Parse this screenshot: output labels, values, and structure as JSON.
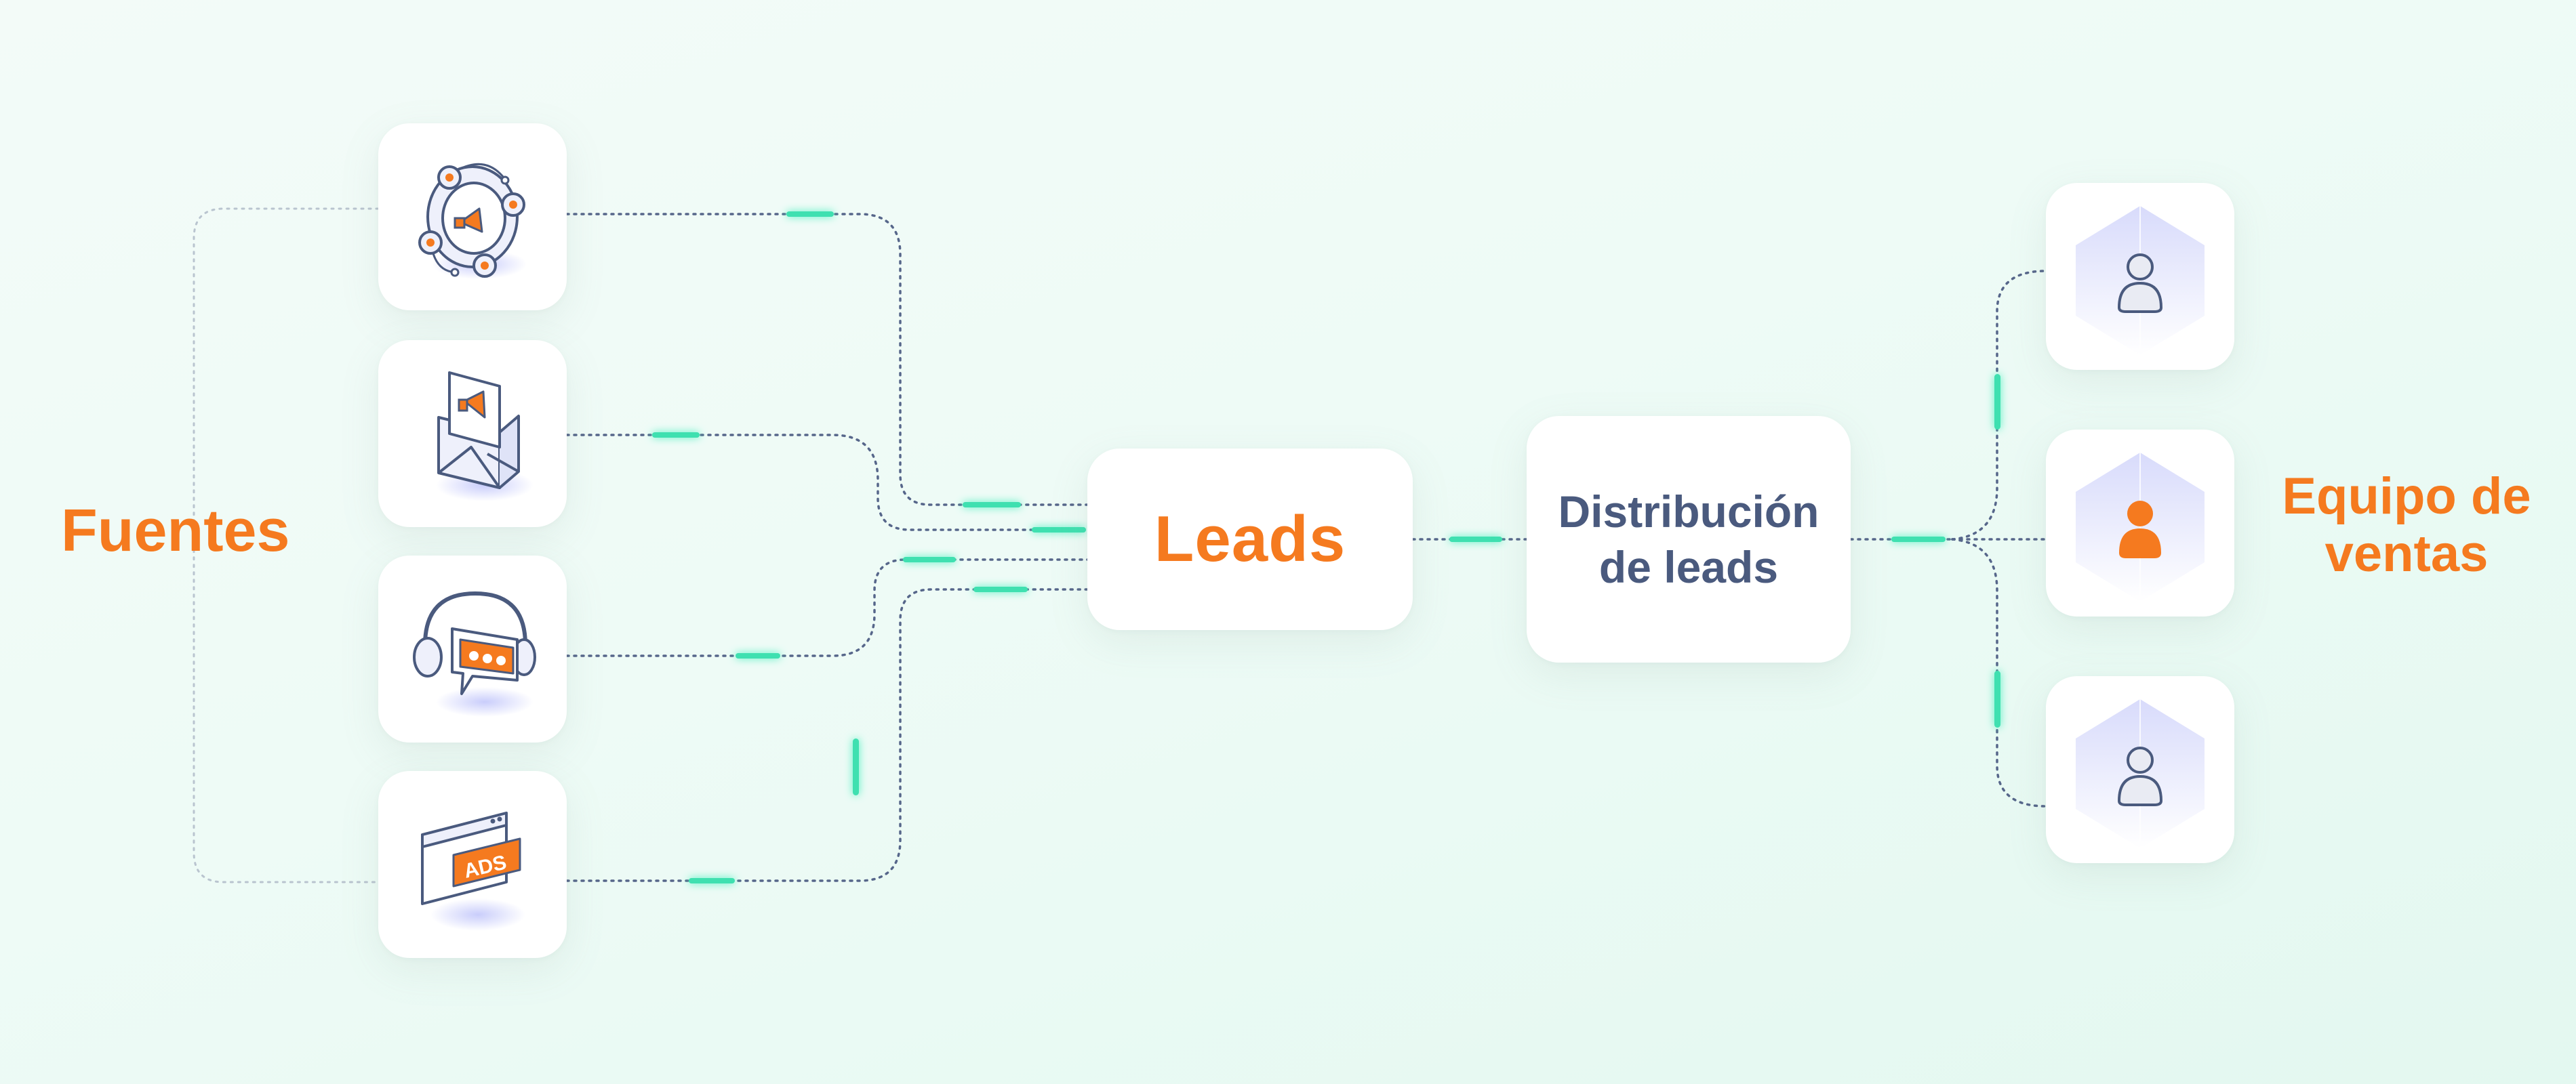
{
  "diagram": {
    "sources_label": "Fuentes",
    "leads_label": "Leads",
    "distribution_label_line1": "Distribución",
    "distribution_label_line2": "de leads",
    "sales_team_label_line1": "Equipo de",
    "sales_team_label_line2": "ventas",
    "ads_badge_text": "ADS",
    "source_icons": [
      "social-network-icon",
      "email-campaign-icon",
      "support-chat-icon",
      "ads-browser-icon"
    ],
    "agent_icons": [
      "agent-avatar-icon",
      "agent-avatar-highlighted-icon",
      "agent-avatar-icon"
    ]
  },
  "colors": {
    "accent": "#f57a1f",
    "navy": "#4a5a7e",
    "pulse": "#3fe0b0",
    "card": "#ffffff"
  }
}
